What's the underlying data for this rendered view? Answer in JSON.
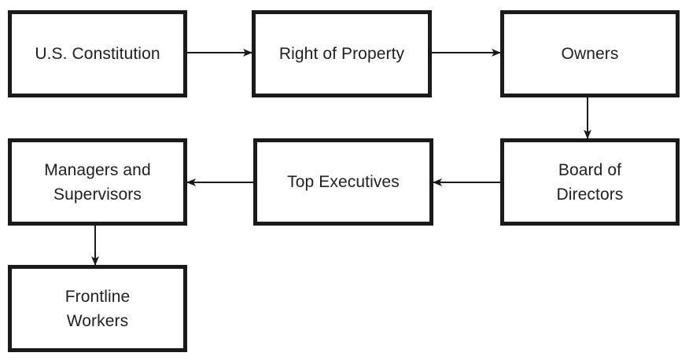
{
  "diagram": {
    "nodes": [
      {
        "id": "constitution",
        "label": "U.S. Constitution"
      },
      {
        "id": "property",
        "label": "Right of Property"
      },
      {
        "id": "owners",
        "label": "Owners"
      },
      {
        "id": "board",
        "label": "Board of\nDirectors"
      },
      {
        "id": "executives",
        "label": "Top Executives"
      },
      {
        "id": "managers",
        "label": "Managers and\nSupervisors"
      },
      {
        "id": "frontline",
        "label": "Frontline\nWorkers"
      }
    ],
    "edges": [
      {
        "from": "constitution",
        "to": "property"
      },
      {
        "from": "property",
        "to": "owners"
      },
      {
        "from": "owners",
        "to": "board"
      },
      {
        "from": "board",
        "to": "executives"
      },
      {
        "from": "executives",
        "to": "managers"
      },
      {
        "from": "managers",
        "to": "frontline"
      }
    ],
    "colors": {
      "border": "#1a1a1a",
      "text": "#1f1f1f",
      "arrow": "#1a1a1a",
      "background": "#ffffff"
    }
  }
}
